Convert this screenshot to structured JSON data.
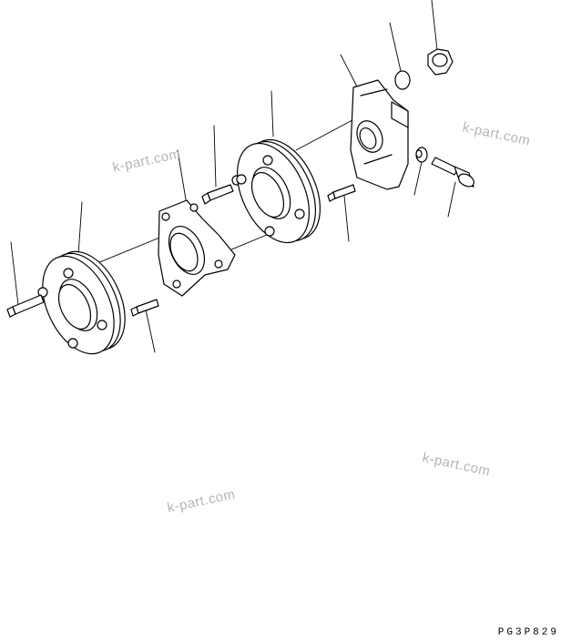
{
  "watermarks": [
    "k-part.com",
    "k-part.com",
    "k-part.com",
    "k-part.com"
  ],
  "drawing_code": "PG3P829",
  "colors": {
    "line": "#000000",
    "watermark": "#b5b5b5",
    "background": "#ffffff"
  }
}
